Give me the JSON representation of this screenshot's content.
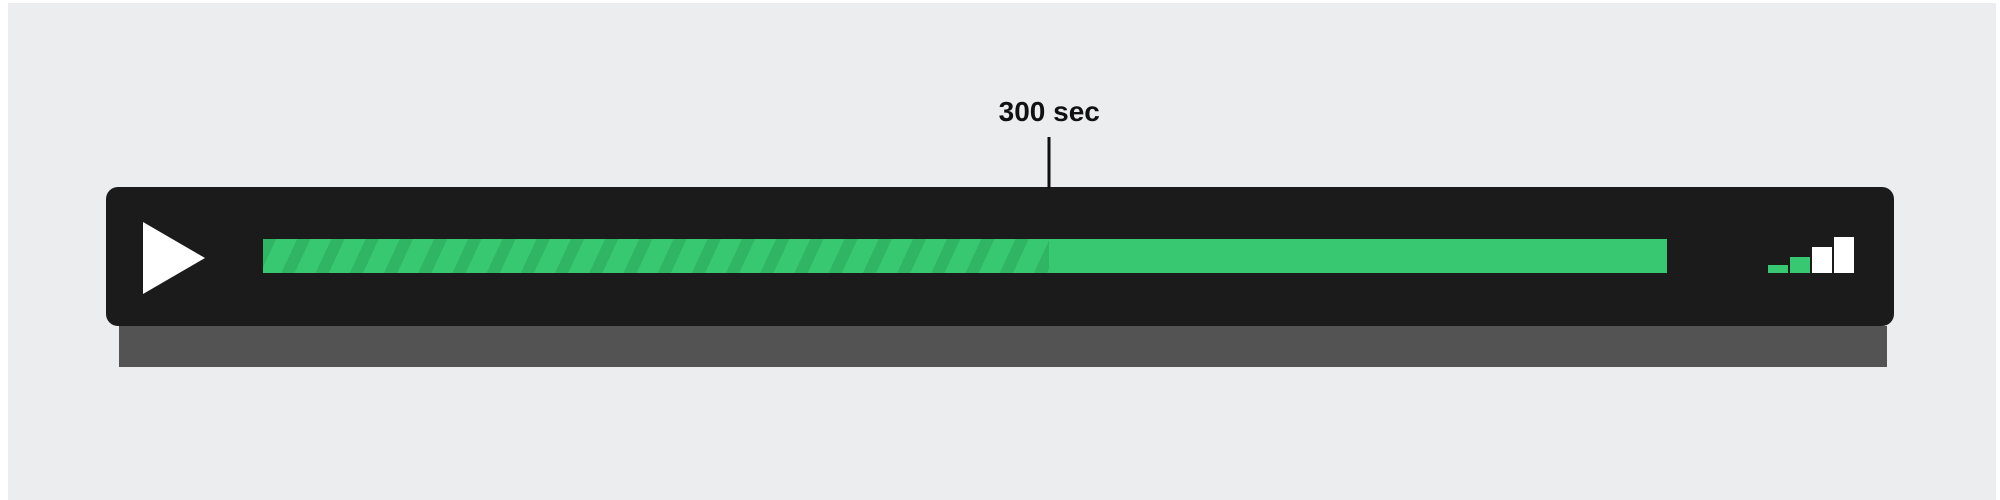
{
  "player": {
    "play_icon": "play-icon",
    "progress": {
      "played_fraction": 0.56,
      "marker_label": "300 sec",
      "color": "#38c872"
    },
    "volume": {
      "icon": "volume-level-icon",
      "level": 2,
      "max_level": 4,
      "active_color": "#38c872",
      "inactive_color": "#ffffff"
    }
  }
}
